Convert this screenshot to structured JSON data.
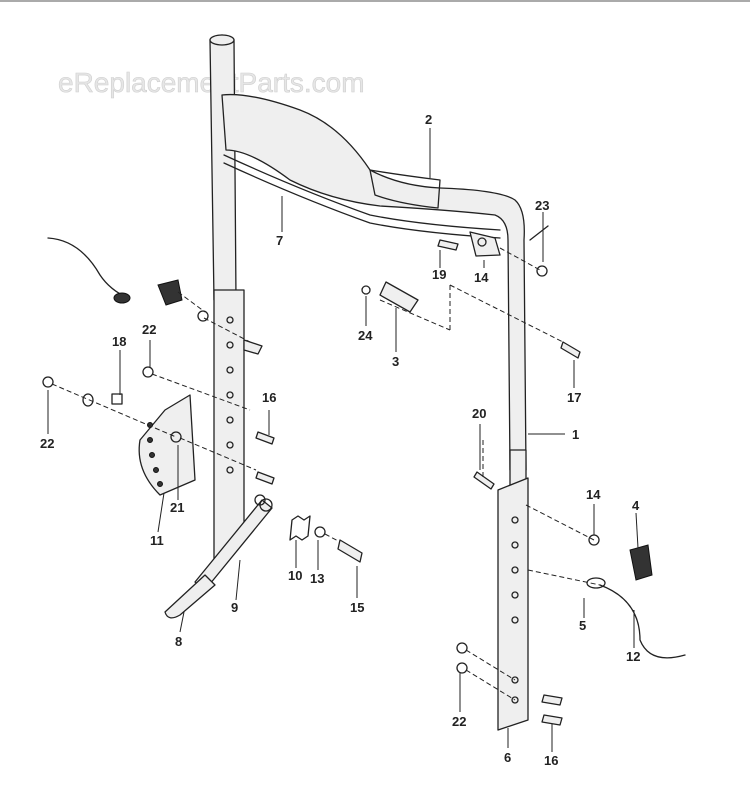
{
  "watermark": "eReplacementParts.com",
  "callouts": [
    {
      "id": "c1",
      "text": "1"
    },
    {
      "id": "c2",
      "text": "2"
    },
    {
      "id": "c3",
      "text": "3"
    },
    {
      "id": "c4",
      "text": "4"
    },
    {
      "id": "c5",
      "text": "5"
    },
    {
      "id": "c6",
      "text": "6"
    },
    {
      "id": "c7",
      "text": "7"
    },
    {
      "id": "c8",
      "text": "8"
    },
    {
      "id": "c9",
      "text": "9"
    },
    {
      "id": "c10",
      "text": "10"
    },
    {
      "id": "c11",
      "text": "11"
    },
    {
      "id": "c12",
      "text": "12"
    },
    {
      "id": "c13",
      "text": "13"
    },
    {
      "id": "c14a",
      "text": "14"
    },
    {
      "id": "c14b",
      "text": "14"
    },
    {
      "id": "c15",
      "text": "15"
    },
    {
      "id": "c16a",
      "text": "16"
    },
    {
      "id": "c16b",
      "text": "16"
    },
    {
      "id": "c17",
      "text": "17"
    },
    {
      "id": "c18",
      "text": "18"
    },
    {
      "id": "c19",
      "text": "19"
    },
    {
      "id": "c20",
      "text": "20"
    },
    {
      "id": "c21",
      "text": "21"
    },
    {
      "id": "c22a",
      "text": "22"
    },
    {
      "id": "c22b",
      "text": "22"
    },
    {
      "id": "c22c",
      "text": "22"
    },
    {
      "id": "c23",
      "text": "23"
    },
    {
      "id": "c24",
      "text": "24"
    }
  ]
}
